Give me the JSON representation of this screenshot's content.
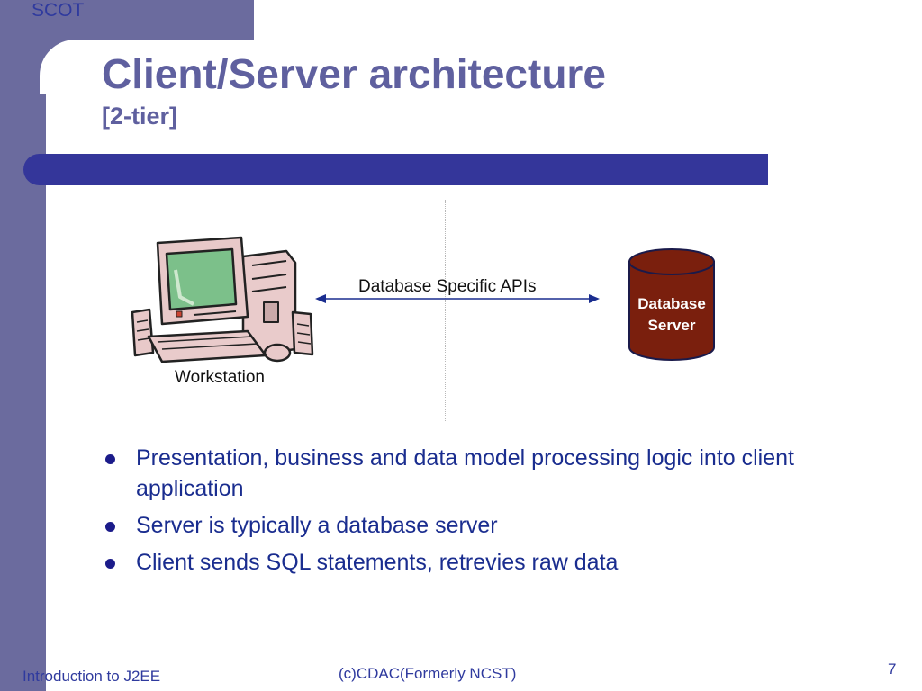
{
  "header": {
    "tag": "SCOT",
    "title": "Client/Server architecture",
    "subtitle": "[2-tier]"
  },
  "diagram": {
    "workstation_label": "Workstation",
    "api_label": "Database Specific APIs",
    "db_label_line1": "Database",
    "db_label_line2": "Server",
    "icons": [
      "workstation-computer-icon",
      "database-cylinder-icon",
      "double-arrow-icon"
    ],
    "colors": {
      "database_fill": "#7a1f0d",
      "arrow": "#1a2d8f",
      "monitor_body": "#e8c9c9",
      "screen": "#7cc08a"
    }
  },
  "bullets": [
    {
      "text": "Presentation, business and data model processing logic into client application"
    },
    {
      "text": "Server is typically a database server"
    },
    {
      "text": "Client sends SQL statements, retrevies raw data"
    }
  ],
  "footer": {
    "left": "Introduction to J2EE",
    "center": "(c)CDAC(Formerly NCST)",
    "page": "7"
  },
  "theme": {
    "sidebar": "#6b6b9e",
    "title_color": "#5f609f",
    "bar_color": "#34369a",
    "text_color": "#1a2d8f"
  }
}
